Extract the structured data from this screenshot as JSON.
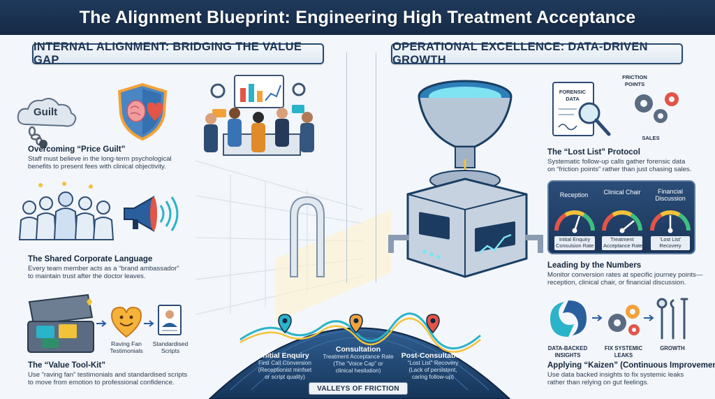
{
  "header": {
    "title": "The Alignment Blueprint: Engineering High Treatment Acceptance"
  },
  "sections": {
    "left_banner": "INTERNAL ALIGNMENT: BRIDGING THE VALUE GAP",
    "right_banner": "OPERATIONAL EXCELLENCE: DATA-DRIVEN GROWTH"
  },
  "left": {
    "guilt_cloud": "Guilt",
    "price_guilt": {
      "title": "Overcoming “Price Guilt”",
      "lines": [
        "Staff must believe in the long-term psychological",
        "benefits to present fees with clinical objectivity."
      ]
    },
    "language": {
      "title": "The Shared Corporate Language",
      "lines": [
        "Every team member acts as a “brand ambassador”",
        "to maintain trust after the doctor leaves."
      ]
    },
    "toolkit": {
      "title": "The “Value Tool-Kit”",
      "lines": [
        "Use “raving fan” testimonials and standardised scripts",
        "to move from emotion to professional confidence."
      ],
      "label_testimonials": [
        "Raving Fan",
        "Testimonials"
      ],
      "label_scripts": [
        "Standardised",
        "Scripts"
      ]
    }
  },
  "right": {
    "forensic_doc": [
      "FORENSIC",
      "DATA"
    ],
    "friction_points": [
      "FRICTION",
      "POINTS"
    ],
    "sales": "SALES",
    "lost_list": {
      "title": "The “Lost List” Protocol",
      "lines": [
        "Systematic follow-up calls gather forensic data",
        "on “friction points” rather than just chasing sales."
      ]
    },
    "gauges": [
      {
        "head": [
          "Reception"
        ],
        "foot": [
          "Initial Enquiry",
          "Consuision Rate"
        ],
        "level": 0.6
      },
      {
        "head": [
          "Clinical Chair"
        ],
        "foot": [
          "Treatment",
          "Acceptance Rate"
        ],
        "level": 0.78
      },
      {
        "head": [
          "Financial",
          "Discussion"
        ],
        "foot": [
          "'Lost List'",
          "Recovery"
        ],
        "level": 0.5
      }
    ],
    "numbers": {
      "title": "Leading by the Numbers",
      "lines": [
        "Monitor conversion rates at specific journey points—",
        "reception, clinical chair, or financial discussion."
      ]
    },
    "kaizen": {
      "label_insights": [
        "DATA-BACKED",
        "INSIGHTS"
      ],
      "label_fix": [
        "FIX SYSTEMIC",
        "LEAKS"
      ],
      "label_growth": "GROWTH",
      "title": "Applying “Kaizen” (Continuous Improvement)",
      "lines": [
        "Use data backed insights to fix systemic leaks",
        "rather than relying on gut feelings."
      ]
    }
  },
  "valleys": {
    "points": [
      {
        "title": "Initial Enquiry",
        "sub": [
          "First Call Conversion",
          "(Receptionist minfset",
          "or script quality)"
        ]
      },
      {
        "title": "Consultation",
        "sub": [
          "Treatment Acceptance Rate",
          "(The “Voice Cap” or",
          "clinical hesitation)"
        ]
      },
      {
        "title": "Post-Consultation",
        "sub": [
          "“Lost List” Recovery",
          "(Lack of persistent,",
          "caring follow-up)"
        ]
      }
    ],
    "banner": "VALLEYS OF FRICTION"
  },
  "colors": {
    "navy": "#1b355a",
    "teal": "#2ab3c9",
    "orange": "#f2a23a",
    "accent_red": "#e25547"
  }
}
